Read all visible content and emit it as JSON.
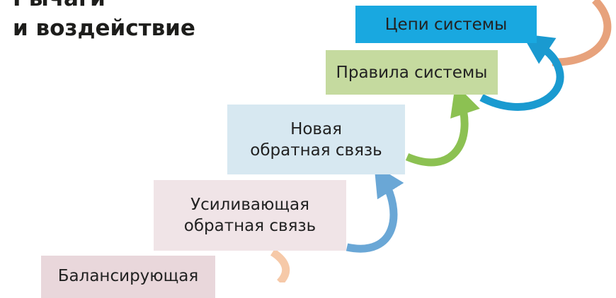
{
  "title": {
    "line1": "Рычаги",
    "line2": "и воздействие"
  },
  "steps": [
    {
      "label": "Цепи системы",
      "color": "#19a8e0"
    },
    {
      "label": "Правила системы",
      "color": "#c5da9f"
    },
    {
      "line1": "Новая",
      "line2": "обратная связь",
      "color": "#d7e8f1"
    },
    {
      "line1": "Усиливающая",
      "line2": "обратная связь",
      "color": "#f0e4e7"
    },
    {
      "label": "Балансирующая",
      "color": "#e9d7db"
    }
  ],
  "arrow_colors": [
    "#f4b48a",
    "#1a9ad0",
    "#8cc152",
    "#6aa7d6",
    "#f6c9a8"
  ]
}
